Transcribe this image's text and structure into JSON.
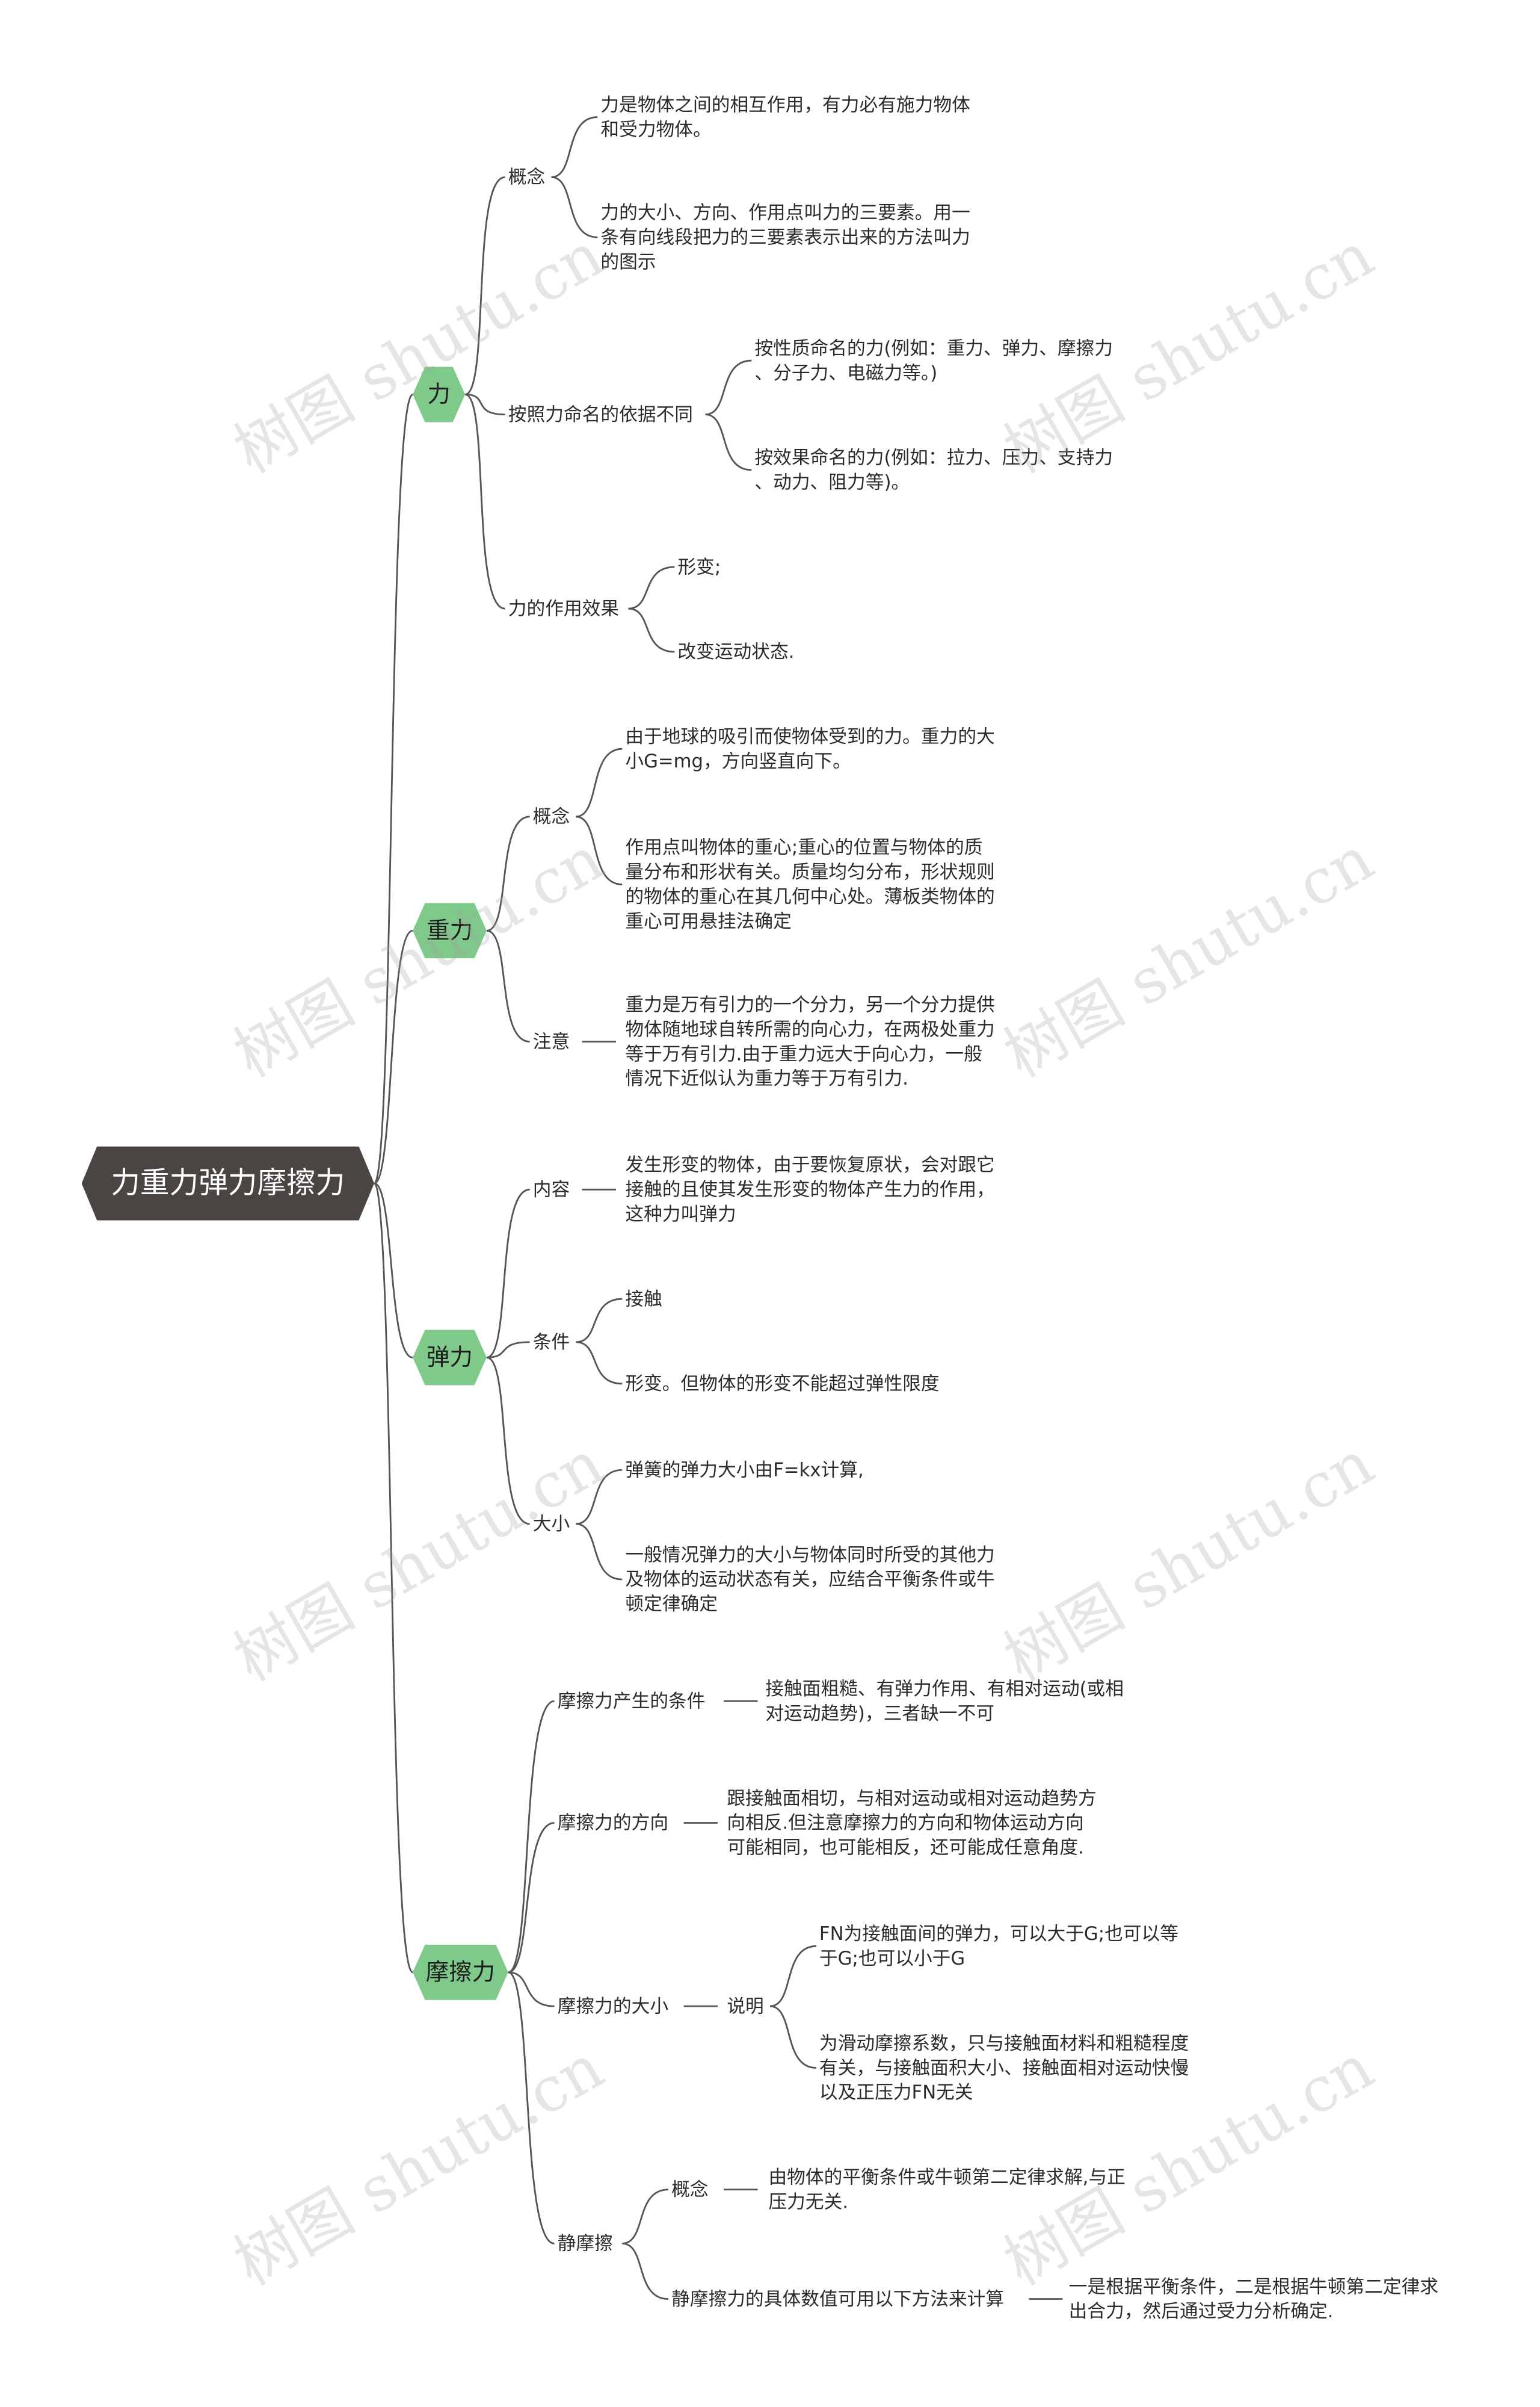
{
  "root": "力重力弹力摩擦力",
  "watermark": "树图 shutu.cn",
  "colors": {
    "root_bg": "#4a4542",
    "topic_bg": "#7fc98a",
    "line": "#555555"
  },
  "topics": {
    "li": {
      "label": "力",
      "gainian": {
        "label": "概念",
        "leaf1": "力是物体之间的相互作用，有力必有施力物体\n和受力物体。",
        "leaf2": "力的大小、方向、作用点叫力的三要素。用一\n条有向线段把力的三要素表示出来的方法叫力\n的图示"
      },
      "mingming": {
        "label": "按照力命名的依据不同",
        "leaf1": "按性质命名的力(例如：重力、弹力、摩擦力\n、分子力、电磁力等。)",
        "leaf2": "按效果命名的力(例如：拉力、压力、支持力\n、动力、阻力等)。"
      },
      "xiaoguo": {
        "label": "力的作用效果",
        "leaf1": "形变;",
        "leaf2": "改变运动状态."
      }
    },
    "zhongli": {
      "label": "重力",
      "gainian": {
        "label": "概念",
        "leaf1": "由于地球的吸引而使物体受到的力。重力的大\n小G=mg，方向竖直向下。",
        "leaf2": "作用点叫物体的重心;重心的位置与物体的质\n量分布和形状有关。质量均匀分布，形状规则\n的物体的重心在其几何中心处。薄板类物体的\n重心可用悬挂法确定"
      },
      "zhuyi": {
        "label": "注意",
        "leaf": "重力是万有引力的一个分力，另一个分力提供\n物体随地球自转所需的向心力，在两极处重力\n等于万有引力.由于重力远大于向心力，一般\n情况下近似认为重力等于万有引力."
      }
    },
    "tanli": {
      "label": "弹力",
      "neirong": {
        "label": "内容",
        "leaf": "发生形变的物体，由于要恢复原状，会对跟它\n接触的且使其发生形变的物体产生力的作用，\n这种力叫弹力"
      },
      "tiaojian": {
        "label": "条件",
        "leaf1": "接触",
        "leaf2": "形变。但物体的形变不能超过弹性限度"
      },
      "daxiao": {
        "label": "大小",
        "leaf1": "弹簧的弹力大小由F=kx计算,",
        "leaf2": "一般情况弹力的大小与物体同时所受的其他力\n及物体的运动状态有关，应结合平衡条件或牛\n顿定律确定"
      }
    },
    "mocali": {
      "label": "摩擦力",
      "chansheng": {
        "label": "摩擦力产生的条件",
        "leaf": "接触面粗糙、有弹力作用、有相对运动(或相\n对运动趋势)，三者缺一不可"
      },
      "fangxiang": {
        "label": "摩擦力的方向",
        "leaf": "跟接触面相切，与相对运动或相对运动趋势方\n向相反.但注意摩擦力的方向和物体运动方向\n可能相同，也可能相反，还可能成任意角度."
      },
      "daxiao": {
        "label": "摩擦力的大小",
        "shuoming": {
          "label": "说明",
          "leaf1": "FN为接触面间的弹力，可以大于G;也可以等\n于G;也可以小于G",
          "leaf2": "为滑动摩擦系数，只与接触面材料和粗糙程度\n有关，与接触面积大小、接触面相对运动快慢\n以及正压力FN无关"
        }
      },
      "jingmoca": {
        "label": "静摩擦",
        "gainian": {
          "label": "概念",
          "leaf": "由物体的平衡条件或牛顿第二定律求解,与正\n压力无关."
        },
        "jisuan": {
          "label": "静摩擦力的具体数值可用以下方法来计算",
          "leaf": "一是根据平衡条件，二是根据牛顿第二定律求\n出合力，然后通过受力分析确定."
        }
      }
    }
  }
}
